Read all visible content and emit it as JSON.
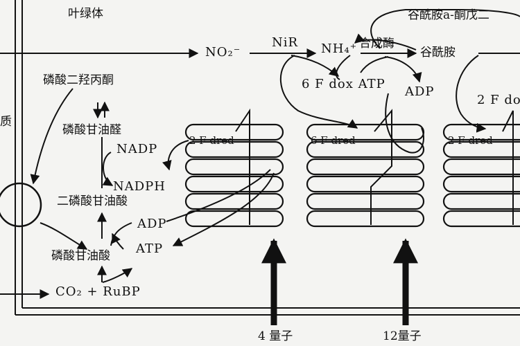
{
  "labels": {
    "chloroplast": "叶绿体",
    "cytoplasm_partial": "质",
    "nitrite": "NO₂⁻",
    "nir": "NiR",
    "ammonium": "NH₄⁺",
    "synthetase": "合成酶",
    "ketoglutarate": "谷酰胺a-酮戊二",
    "glutamine": "谷酰胺",
    "fdox_atp": "6 F dox ATP",
    "adp_top": "ADP",
    "fdox_right": "2 F do",
    "dhap": "磷酸二羟丙酮",
    "g3p": "磷酸甘油醛",
    "nadp": "NADP",
    "nadph": "NADPH",
    "bpg": "二磷酸甘油酸",
    "adp_left": "ADP",
    "atp_left": "ATP",
    "pga": "磷酸甘油酸",
    "co2_rubp": "CO₂ + RuBP",
    "fdred_1": "2 F dred",
    "fdred_2": "6 F dred",
    "fdred_3": "2 F dred",
    "quanta_4": "4 量子",
    "quanta_12": "12量子"
  },
  "colors": {
    "ink": "#111111",
    "paper": "#f4f4f2"
  }
}
